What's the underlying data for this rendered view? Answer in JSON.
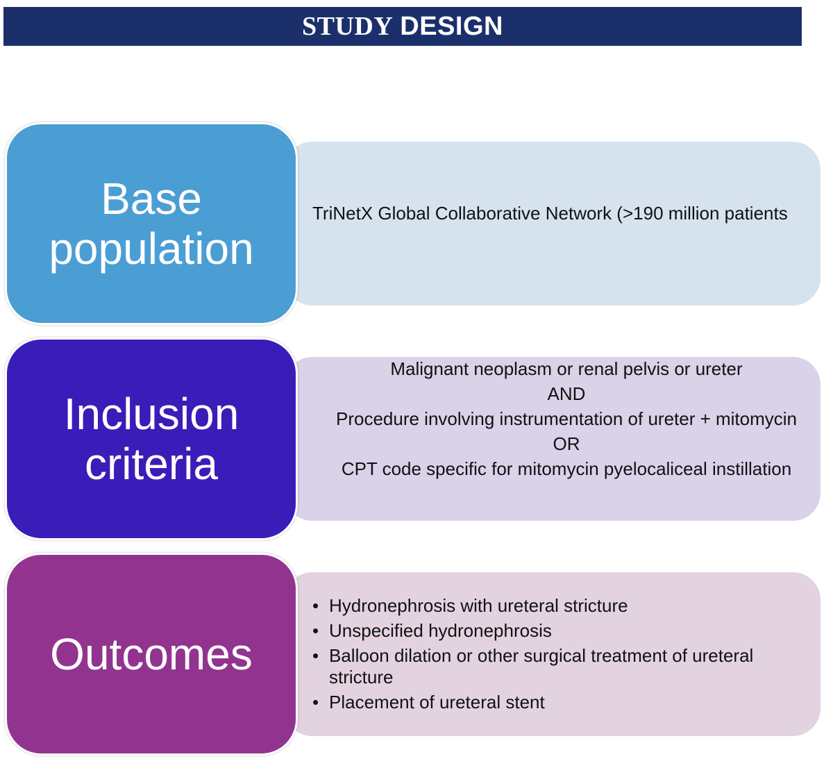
{
  "header": {
    "title_word1": "STUDY",
    "title_word2": "DESIGN"
  },
  "theme": {
    "banner_color": "#1b2f6b",
    "base_box_color": "#4b9ed4",
    "inclusion_box_color": "#3a1db8",
    "outcomes_box_color": "#92348f"
  },
  "rows": {
    "base": {
      "label_line1": "Base",
      "label_line2": "population",
      "text": "TriNetX Global Collaborative Network (>190 million patients"
    },
    "inclusion": {
      "label_line1": "Inclusion",
      "label_line2": "criteria",
      "line1": "Malignant neoplasm or renal pelvis or ureter",
      "connector1": "AND",
      "line2": "Procedure involving instrumentation of ureter + mitomycin",
      "connector2": "OR",
      "line3": "CPT code specific for mitomycin pyelocaliceal instillation"
    },
    "outcomes": {
      "label": "Outcomes",
      "items": [
        "Hydronephrosis with ureteral stricture",
        "Unspecified hydronephrosis",
        "Balloon dilation or other surgical treatment of ureteral stricture",
        "Placement of ureteral stent"
      ]
    }
  }
}
